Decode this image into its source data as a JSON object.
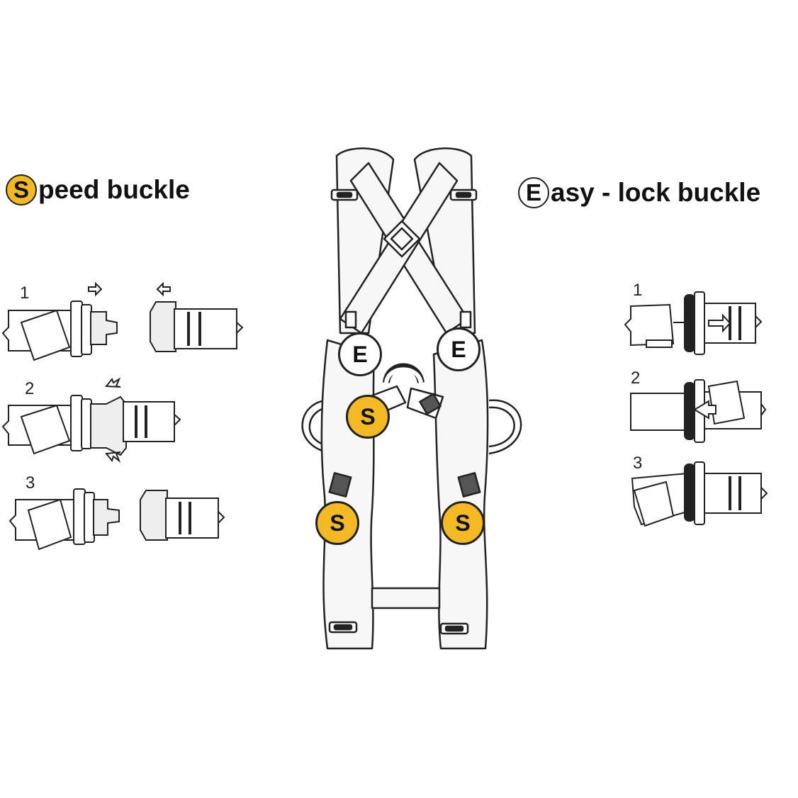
{
  "speed": {
    "letter": "S",
    "rest": "peed  buckle"
  },
  "easy": {
    "letter": "E",
    "rest": "asy - lock buckle"
  },
  "speed_steps": [
    "1",
    "2",
    "3"
  ],
  "easy_steps": [
    "1",
    "2",
    "3"
  ],
  "harness": {
    "e_marks": [
      "E",
      "E"
    ],
    "s_marks": [
      "S",
      "S",
      "S"
    ]
  },
  "colors": {
    "accent": "#F2B925",
    "line": "#222222",
    "strap": "#f7f7f7"
  }
}
